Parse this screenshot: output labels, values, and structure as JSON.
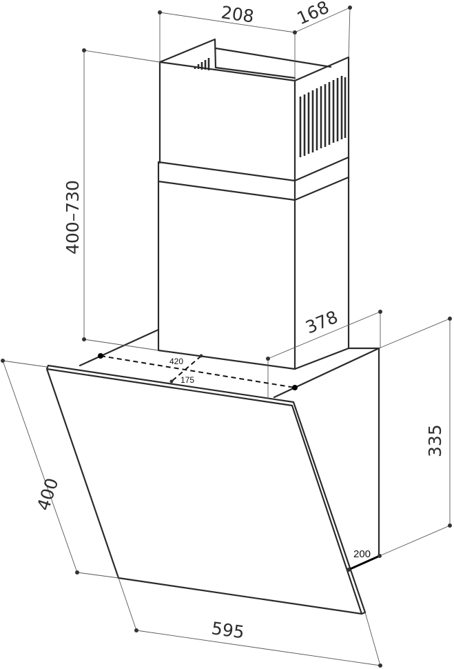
{
  "drawing": {
    "subject": "Inclined chimney cooker hood dimension drawing",
    "units": "mm",
    "dimensions": {
      "chimney_width": "208",
      "chimney_depth": "168",
      "chimney_height": "400–730",
      "base_depth": "378",
      "mount_width": "420",
      "mount_depth": "175",
      "body_height": "335",
      "glass_height": "400",
      "glass_offset": "200",
      "total_width": "595"
    },
    "colors": {
      "line": "#2a2a2a",
      "dimension_line": "#555555",
      "background": "#ffffff"
    }
  }
}
